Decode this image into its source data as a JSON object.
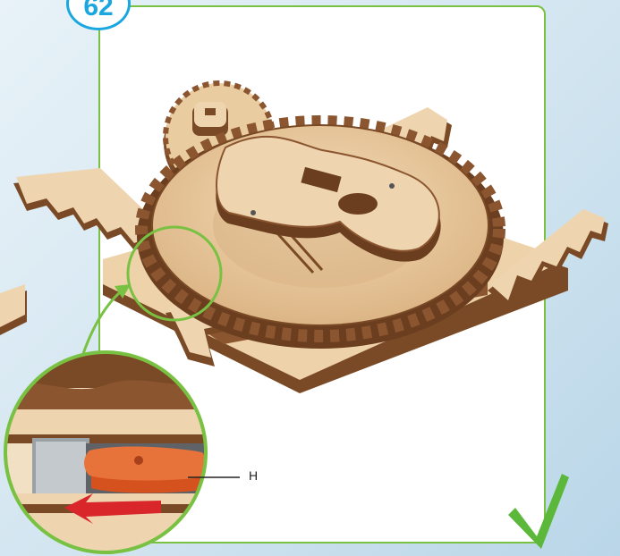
{
  "step": {
    "number": "62"
  },
  "callout": {
    "label": "H"
  },
  "colors": {
    "frame_border": "#79c142",
    "badge_border": "#1aa7e0",
    "wood_light": "#e8c9a0",
    "wood_dark": "#7a4a26",
    "part_h": "#e0622b",
    "arrow": "#d8262a",
    "checkmark": "#5cb83a"
  },
  "icons": [
    "step-number-badge",
    "magnifier-callout",
    "direction-arrow-icon",
    "checkmark-icon"
  ]
}
